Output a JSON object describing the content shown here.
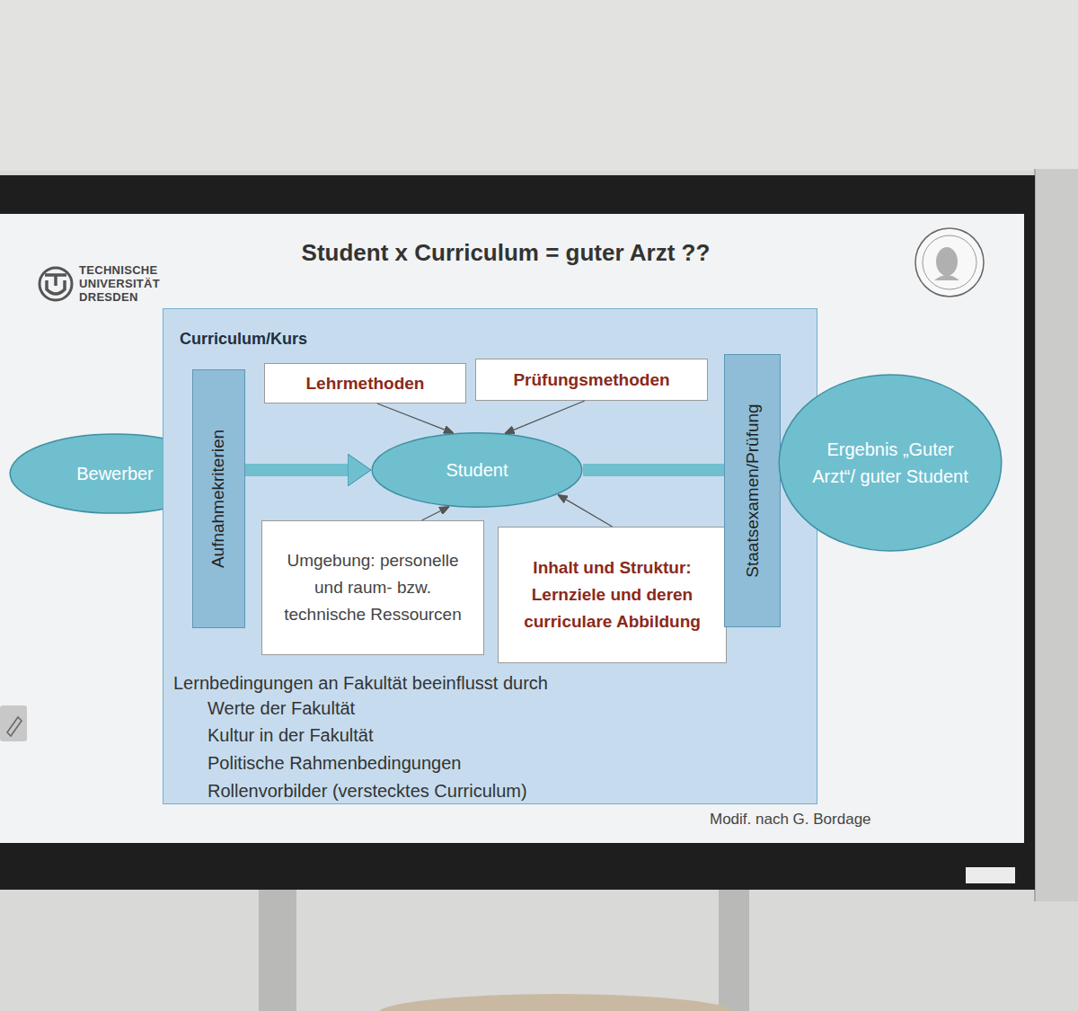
{
  "diagram": {
    "title": "Student x Curriculum = guter Arzt ??",
    "nodes": [
      {
        "text": [
          "Bewerber"
        ]
      },
      {
        "text": [
          "Curriculum/Kurs",
          "Lernbedingungen an Fakultät beeinflusst durch",
          "Werte der Fakultät",
          "Kultur in der Fakultät",
          "Politische Rahmenbedingungen",
          "Rollenvorbilder (verstecktes Curriculum)"
        ]
      },
      {
        "text": [
          "Aufnahmekriterien"
        ],
        "in": 1
      },
      {
        "text": [
          "Lehrmethoden"
        ],
        "in": 1
      },
      {
        "text": [
          "Prüfungsmethoden"
        ],
        "in": 1
      },
      {
        "text": [
          "Student"
        ],
        "in": 1
      },
      {
        "text": [
          "Umgebung: personelle und raum- bzw. technische Ressourcen"
        ],
        "in": 1
      },
      {
        "text": [
          "Inhalt und Struktur: Lernziele und deren curriculare Abbildung"
        ],
        "in": 1
      },
      {
        "text": [
          "Staatsexamen/Prüfung"
        ],
        "in": 1
      },
      {
        "text": [
          "Ergebnis „Guter Arzt“/ guter Student"
        ]
      }
    ],
    "edges": [
      {
        "from": 2,
        "to": 5,
        "arrow": "to"
      },
      {
        "from": 3,
        "to": 5,
        "arrow": "to"
      },
      {
        "from": 4,
        "to": 5,
        "arrow": "to"
      },
      {
        "from": 6,
        "to": 5,
        "arrow": "to"
      },
      {
        "from": 7,
        "to": 5,
        "arrow": "to"
      },
      {
        "from": 5,
        "to": 8,
        "arrow": "none"
      }
    ],
    "labels": [
      "TECHNISCHE UNIVERSITÄT DRESDEN",
      "Modif. nach G. Bordage"
    ]
  }
}
